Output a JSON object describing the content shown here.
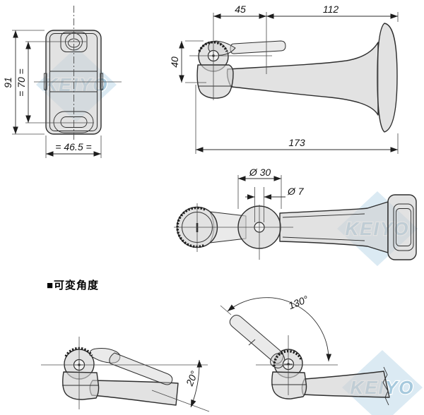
{
  "watermark": {
    "text": "KEIYO"
  },
  "section_label": "■可変角度",
  "views": {
    "front": {
      "dim_height": "91",
      "dim_hole_pitch": "= 70 =",
      "dim_width": "= 46.5 ="
    },
    "side": {
      "dim_head_offset": "45",
      "dim_rear_length": "112",
      "dim_head_height": "40",
      "dim_total_length": "173"
    },
    "top": {
      "dim_boss_diameter": "Ø 30",
      "dim_hole_diameter": "Ø 7"
    },
    "angle_down": {
      "dim_angle": "20°"
    },
    "angle_up": {
      "dim_angle": "130°"
    }
  },
  "colors": {
    "line": "#2e2e2e",
    "part_fill": "#e8e8e8",
    "watermark_diamond": "#d7e8f2",
    "watermark_text": "#a6c9dd"
  }
}
